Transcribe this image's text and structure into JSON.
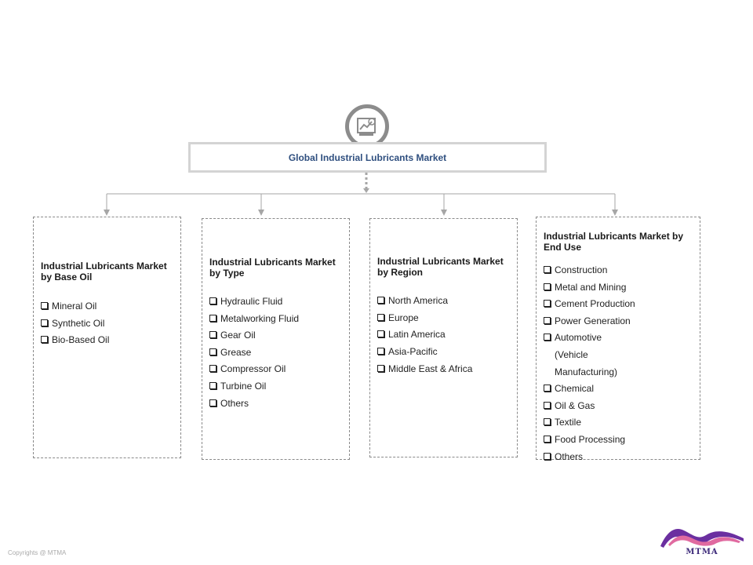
{
  "root": {
    "title": "Global Industrial Lubricants Market",
    "icon": "market-report-icon"
  },
  "segments": [
    {
      "title": "Industrial Lubricants Market by Base Oil",
      "items": [
        "Mineral Oil",
        "Synthetic Oil",
        "Bio-Based Oil"
      ]
    },
    {
      "title": "Industrial Lubricants Market by Type",
      "items": [
        "Hydraulic Fluid",
        "Metalworking Fluid",
        "Gear Oil",
        "Grease",
        "Compressor Oil",
        "Turbine Oil",
        "Others"
      ]
    },
    {
      "title": "Industrial Lubricants Market by Region",
      "items": [
        "North America",
        "Europe",
        "Latin America",
        "Asia-Pacific",
        "Middle East & Africa"
      ]
    },
    {
      "title": "Industrial Lubricants Market by End Use",
      "items": [
        "Construction",
        "Metal and Mining",
        "Cement Production",
        "Power Generation",
        "Automotive (Vehicle Manufacturing)",
        "Chemical",
        "Oil & Gas",
        "Textile",
        "Food Processing",
        "Others"
      ]
    }
  ],
  "footer": {
    "copyright": "Copyrights @ MTMA",
    "logo_text": "MTMA"
  },
  "colors": {
    "title_text": "#2f4f7f",
    "connector": "#a6a6a6",
    "box_border": "#8a8a8a",
    "logo_purple": "#6b2fa0",
    "logo_pink": "#e06aa0"
  }
}
